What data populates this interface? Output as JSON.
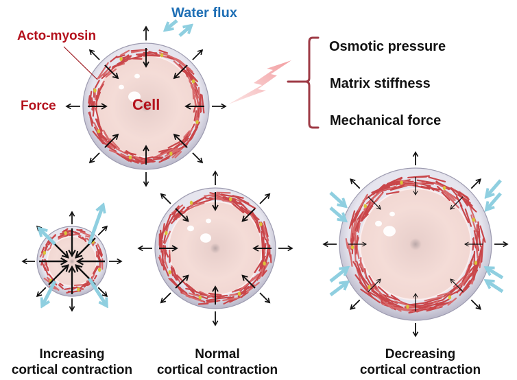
{
  "labels": {
    "water_flux": "Water flux",
    "acto_myosin": "Acto-myosin",
    "force": "Force",
    "cell": "Cell"
  },
  "stimuli": {
    "items": [
      "Osmotic pressure",
      "Matrix stiffness",
      "Mechanical force"
    ]
  },
  "panels": [
    {
      "line1": "Increasing",
      "line2": "cortical contraction"
    },
    {
      "line1": "Normal",
      "line2": "cortical contraction"
    },
    {
      "line1": "Decreasing",
      "line2": "cortical contraction"
    }
  ],
  "colors": {
    "label_red": "#b4121d",
    "water_blue": "#1f6fb5",
    "water_arrow": "#8fcfe0",
    "actomyosin": "#c9464a",
    "cytoplasm": "#f3d9d4",
    "membrane": "#dcdbe6",
    "brace": "#9e3a45",
    "arrow": "#111111"
  }
}
